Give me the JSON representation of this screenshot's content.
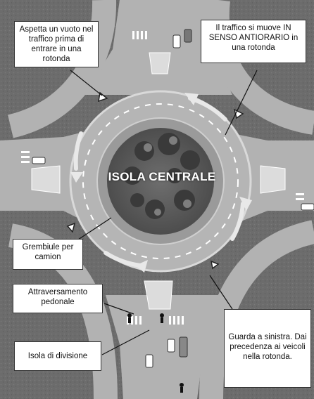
{
  "labels": {
    "center_island": "ISOLA CENTRALE",
    "wait_gap": "Aspetta un vuoto nel traffico prima di entrare in una rotonda",
    "counterclockwise": "Il traffico si muove IN SENSO ANTIORARIO in una rotonda",
    "truck_apron": "Grembiule per camion",
    "crosswalk": "Attraversamento pedonale",
    "splitter_island": "Isola di divisione",
    "yield_left": "Guarda a sinistra. Dai precedenza ai veicoli nella rotonda."
  },
  "colors": {
    "asphalt": "#a9a9a9",
    "ground": "#6a6a6a",
    "island_green": "#5c5c5c",
    "callout_border": "#333333"
  }
}
